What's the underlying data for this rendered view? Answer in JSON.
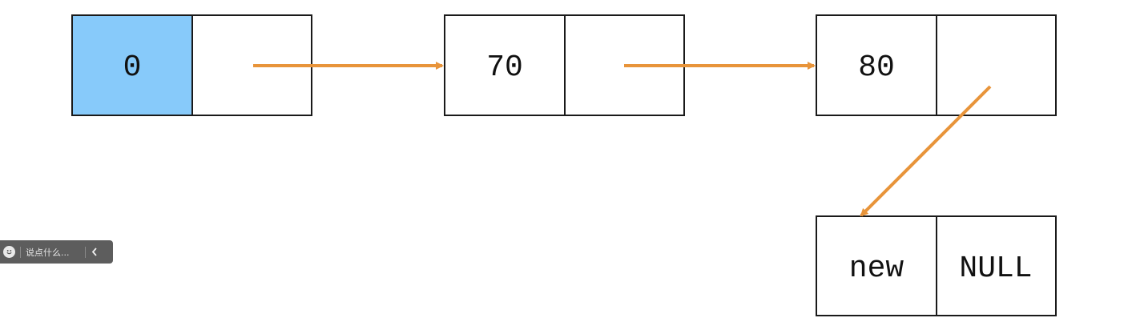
{
  "diagram": {
    "nodes": [
      {
        "id": "node-0",
        "value": "0",
        "next": ""
      },
      {
        "id": "node-70",
        "value": "70",
        "next": ""
      },
      {
        "id": "node-80",
        "value": "80",
        "next": ""
      },
      {
        "id": "node-new",
        "value": "new",
        "next": "NULL"
      }
    ],
    "colors": {
      "head_fill": "#87cafa",
      "arrow": "#e8943a",
      "border": "#1a1a1a"
    }
  },
  "overlay": {
    "comment_placeholder": "说点什么...",
    "smile_icon": "smile-face-icon",
    "collapse_icon": "chevron-left-icon"
  }
}
